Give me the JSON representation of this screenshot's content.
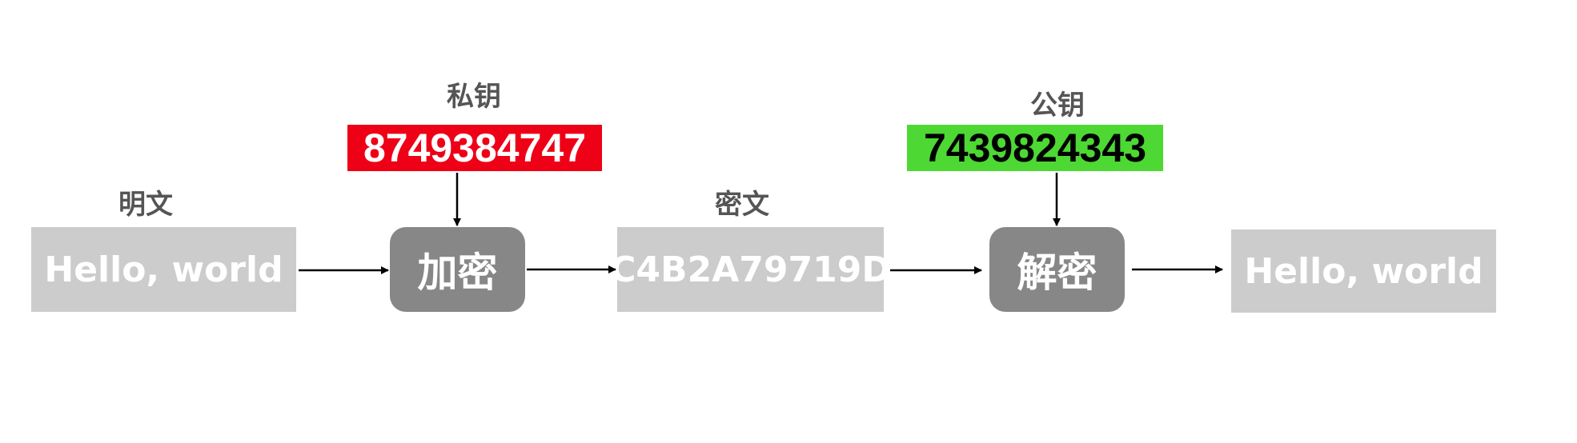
{
  "labels": {
    "plaintext": "明文",
    "private_key": "私钥",
    "ciphertext_label": "密文",
    "public_key": "公钥"
  },
  "boxes": {
    "plaintext_input": "Hello, world",
    "encrypt": "加密",
    "ciphertext": "C4B2A79719D",
    "decrypt": "解密",
    "plaintext_output": "Hello, world"
  },
  "keys": {
    "private_value": "8749384747",
    "public_value": "7439824343"
  },
  "colors": {
    "private_key_bg": "#ee0016",
    "public_key_bg": "#4dd834",
    "data_box": "#cccccc",
    "process_box": "#878787",
    "caption_text": "#555555"
  }
}
